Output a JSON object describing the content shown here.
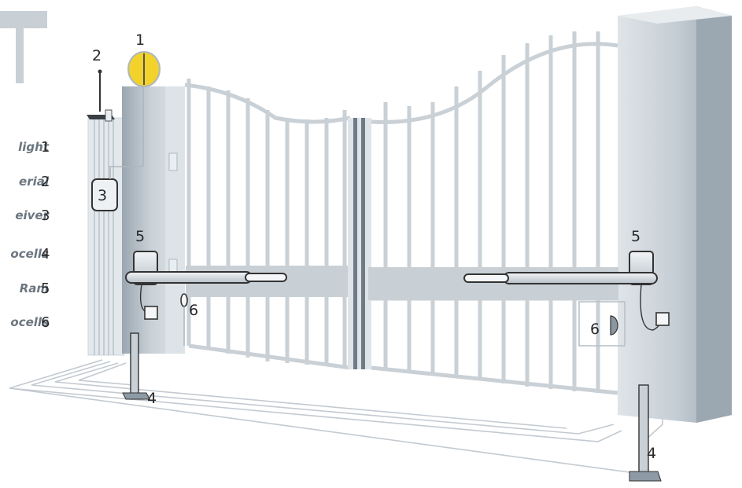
{
  "colors": {
    "post": "#c4ccd3",
    "post_shadow": "#8e9aa5",
    "gate": "#ffffff",
    "gate_outline": "#c8d0d6",
    "wire": "#b6bfc7",
    "lamp": "#f2d22b",
    "text": "#2a2a2a",
    "legend_text": "#6b7680"
  },
  "logo_icon": "brand-logo-icon",
  "legend": [
    {
      "label": "light",
      "number": "1"
    },
    {
      "label": "erial",
      "number": "2"
    },
    {
      "label": "eiver",
      "number": "3"
    },
    {
      "label": "ocells",
      "number": "4"
    },
    {
      "label": "Ram",
      "number": "5"
    },
    {
      "label": "ocells",
      "number": "6"
    }
  ],
  "callouts": {
    "flashing_light": "1",
    "aerial": "2",
    "receiver": "3",
    "left_post_photocell": "4",
    "right_post_photocell": "4",
    "left_ram": "5",
    "right_ram": "5",
    "left_photocell": "6",
    "right_photocell": "6"
  }
}
